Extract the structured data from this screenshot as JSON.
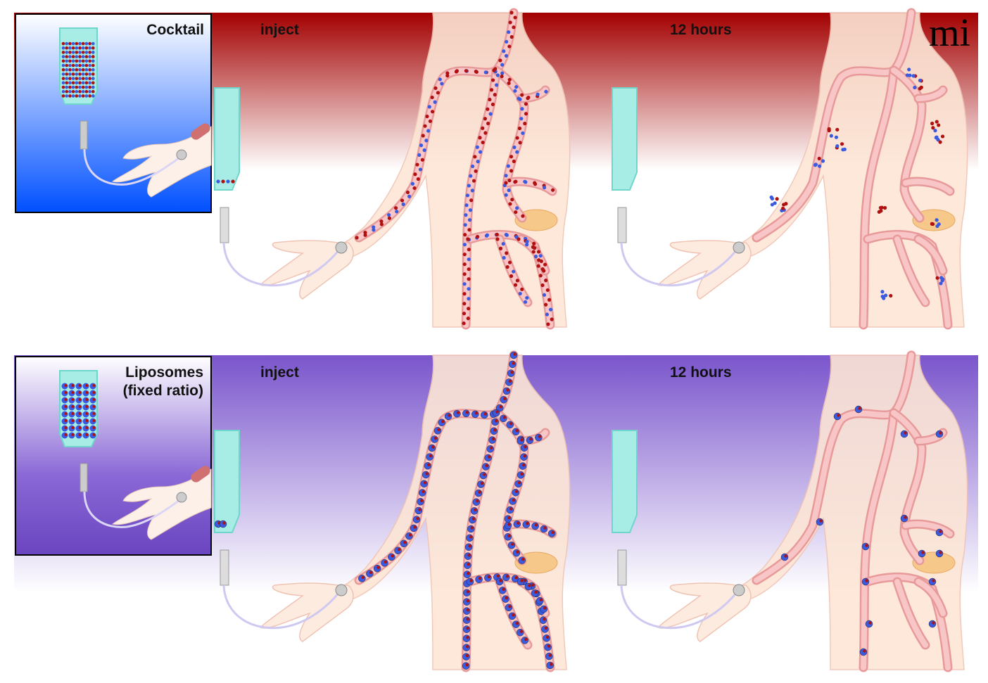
{
  "logo": {
    "text": "mi"
  },
  "rows": [
    {
      "inset_title": [
        "Cocktail"
      ],
      "inject_label": "inject",
      "later_label": "12 hours",
      "colors": {
        "top": "#a30000",
        "bottom": "#ffffff",
        "inset_top": "#ffffff",
        "inset_bottom": "#0050ff"
      },
      "particle_type": "free"
    },
    {
      "inset_title": [
        "Liposomes",
        "(fixed ratio)"
      ],
      "inject_label": "inject",
      "later_label": "12 hours",
      "colors": {
        "top": "#7a55cc",
        "bottom": "#ffffff",
        "inset_top": "#ffffff",
        "inset_bottom": "#6a45c0"
      },
      "particle_type": "liposome"
    }
  ],
  "particle_colors": {
    "red": "#b01010",
    "blue": "#3a5ae0"
  }
}
